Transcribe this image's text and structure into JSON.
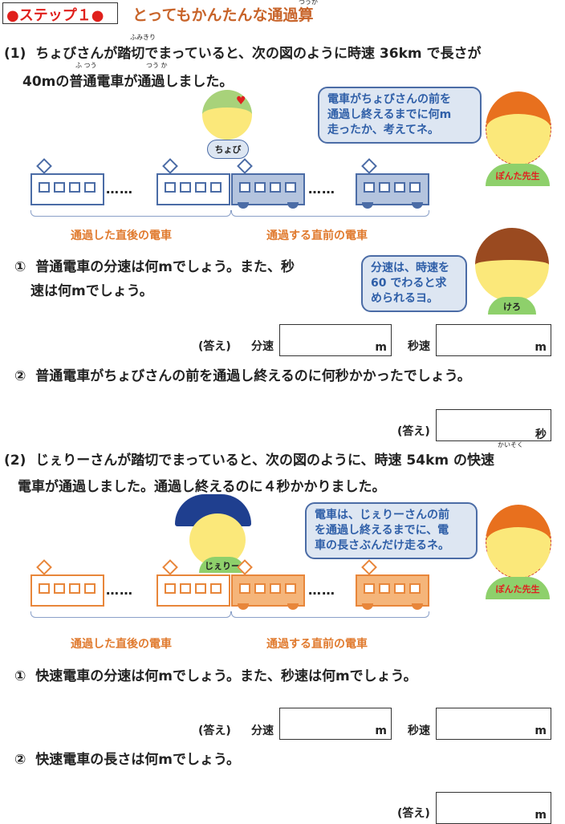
{
  "header": {
    "step": "●ステップ１●",
    "title": "とってもかんたんな通過算",
    "title_ruby": "つうか"
  },
  "q1": {
    "num": "(1)",
    "line1": "ちょびさんが踏切でまっていると、次の図のように時速 36km で長さが",
    "line2": "40mの普通電車が通過しました。",
    "ruby_fumikiri": "ふみきり",
    "ruby_futsu": "ふ つう",
    "ruby_tsuka": "つう か",
    "chobi_name": "ちょび",
    "teacher_bubble": [
      "電車がちょびさんの前を",
      "通過し終えるまでに何m",
      "走ったか、考えてネ。"
    ],
    "teacher_name": "ぽんた先生",
    "label_after": "通過した直後の電車",
    "label_before": "通過する直前の電車",
    "sub1": {
      "num": "①",
      "line1": "普通電車の分速は何mでしょう。また、秒",
      "line2": "速は何mでしょう。"
    },
    "kero_bubble": [
      "分速は、時速を",
      "60 でわると求",
      "められるヨ。"
    ],
    "kero_name": "けろ",
    "ans1": {
      "label": "(答え)",
      "fun": "分速",
      "fun_unit": "m",
      "byo": "秒速",
      "byo_unit": "m"
    },
    "sub2": {
      "num": "②",
      "text": "普通電車がちょびさんの前を通過し終えるのに何秒かかったでしょう。"
    },
    "ans2": {
      "label": "(答え)",
      "unit": "秒"
    }
  },
  "q2": {
    "num": "(2)",
    "line1": "じぇりーさんが踏切でまっていると、次の図のように、時速 54km の快速",
    "line2": "電車が通過しました。通過し終えるのに４秒かかりました。",
    "ruby_kaisoku": "かいそく",
    "jerry_name": "じぇりー",
    "teacher_bubble": [
      "電車は、じぇりーさんの前",
      "を通過し終えるまでに、電",
      "車の長さぶんだけ走るネ。"
    ],
    "teacher_name": "ぽんた先生",
    "label_after": "通過した直後の電車",
    "label_before": "通過する直前の電車",
    "sub1": {
      "num": "①",
      "text": "快速電車の分速は何mでしょう。また、秒速は何mでしょう。"
    },
    "ans1": {
      "label": "(答え)",
      "fun": "分速",
      "fun_unit": "m",
      "byo": "秒速",
      "byo_unit": "m"
    },
    "sub2": {
      "num": "②",
      "text": "快速電車の長さは何mでしょう。"
    },
    "ans2": {
      "label": "(答え)",
      "unit": "m"
    }
  },
  "colors": {
    "blue_line": "#4b6ca6",
    "blue_fill": "#b4c4de",
    "orange_line": "#e8863a",
    "orange_fill": "#f5b57a"
  }
}
